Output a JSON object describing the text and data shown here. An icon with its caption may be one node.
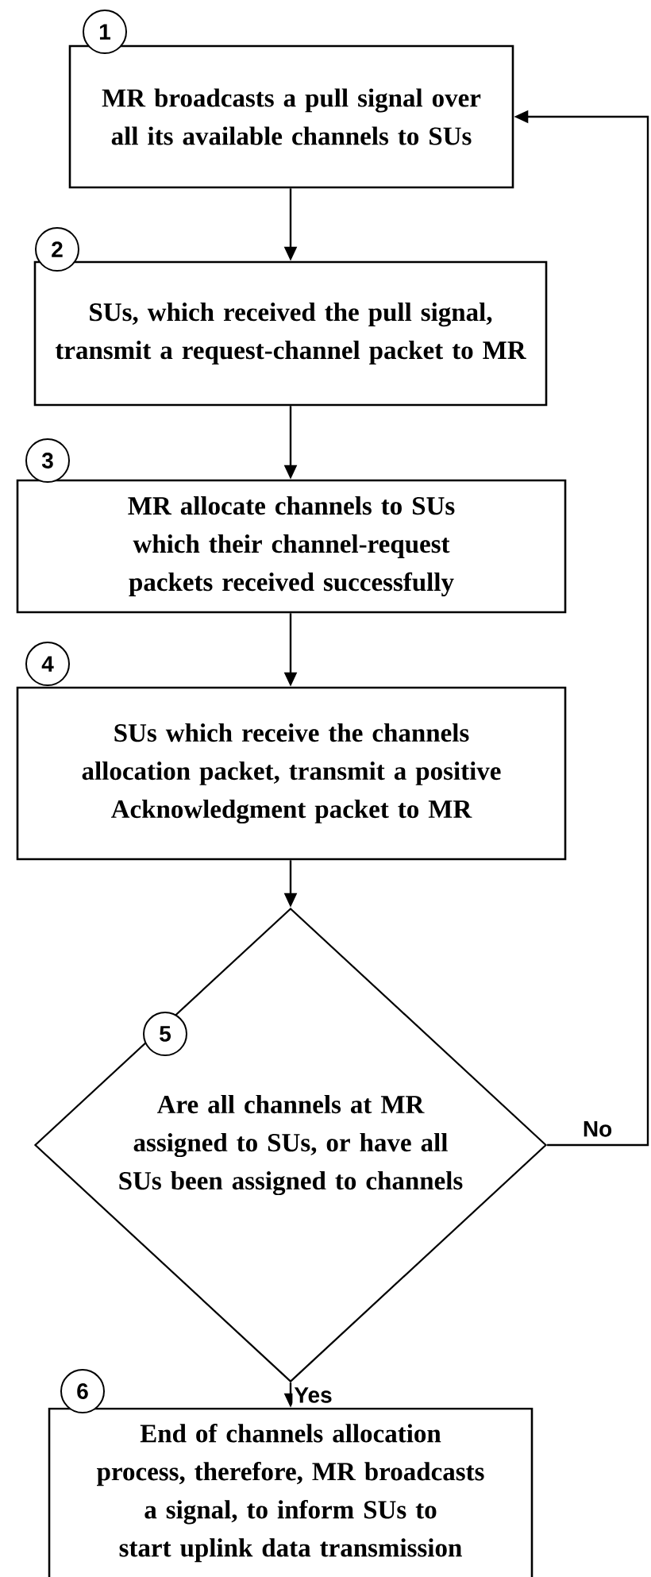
{
  "diagram": {
    "nodes": [
      {
        "text": [
          "MR broadcasts a pull signal over all its available channels to SUs"
        ]
      },
      {
        "text": [
          "1"
        ]
      },
      {
        "text": [
          "SUs, which received the pull signal, transmit a request-channel packet to MR"
        ]
      },
      {
        "text": [
          "2"
        ]
      },
      {
        "text": [
          "MR allocate channels to SUs which their channel-request packets received successfully"
        ]
      },
      {
        "text": [
          "3"
        ]
      },
      {
        "text": [
          "SUs which receive the channels allocation packet, transmit a positive Acknowledgment packet to MR"
        ]
      },
      {
        "text": [
          "4"
        ]
      },
      {
        "text": [
          "Are all channels at MR assigned to SUs, or have all SUs  been assigned to channels"
        ]
      },
      {
        "text": [
          "5"
        ],
        "in": 8
      },
      {
        "text": [
          "End of channels allocation process, therefore, MR broadcasts a signal, to inform SUs to start uplink data transmission"
        ]
      },
      {
        "text": [
          "6"
        ]
      }
    ],
    "edges": [
      {
        "from": 0,
        "to": 2,
        "arrow": "to"
      },
      {
        "from": 2,
        "to": 4,
        "arrow": "to"
      },
      {
        "from": 4,
        "to": 6,
        "arrow": "to"
      },
      {
        "from": 6,
        "to": 8,
        "arrow": "to"
      },
      {
        "from": 8,
        "to": 10,
        "arrow": "to",
        "label": "Yes"
      },
      {
        "from": 8,
        "to": 0,
        "arrow": "to",
        "label": "No"
      }
    ]
  }
}
